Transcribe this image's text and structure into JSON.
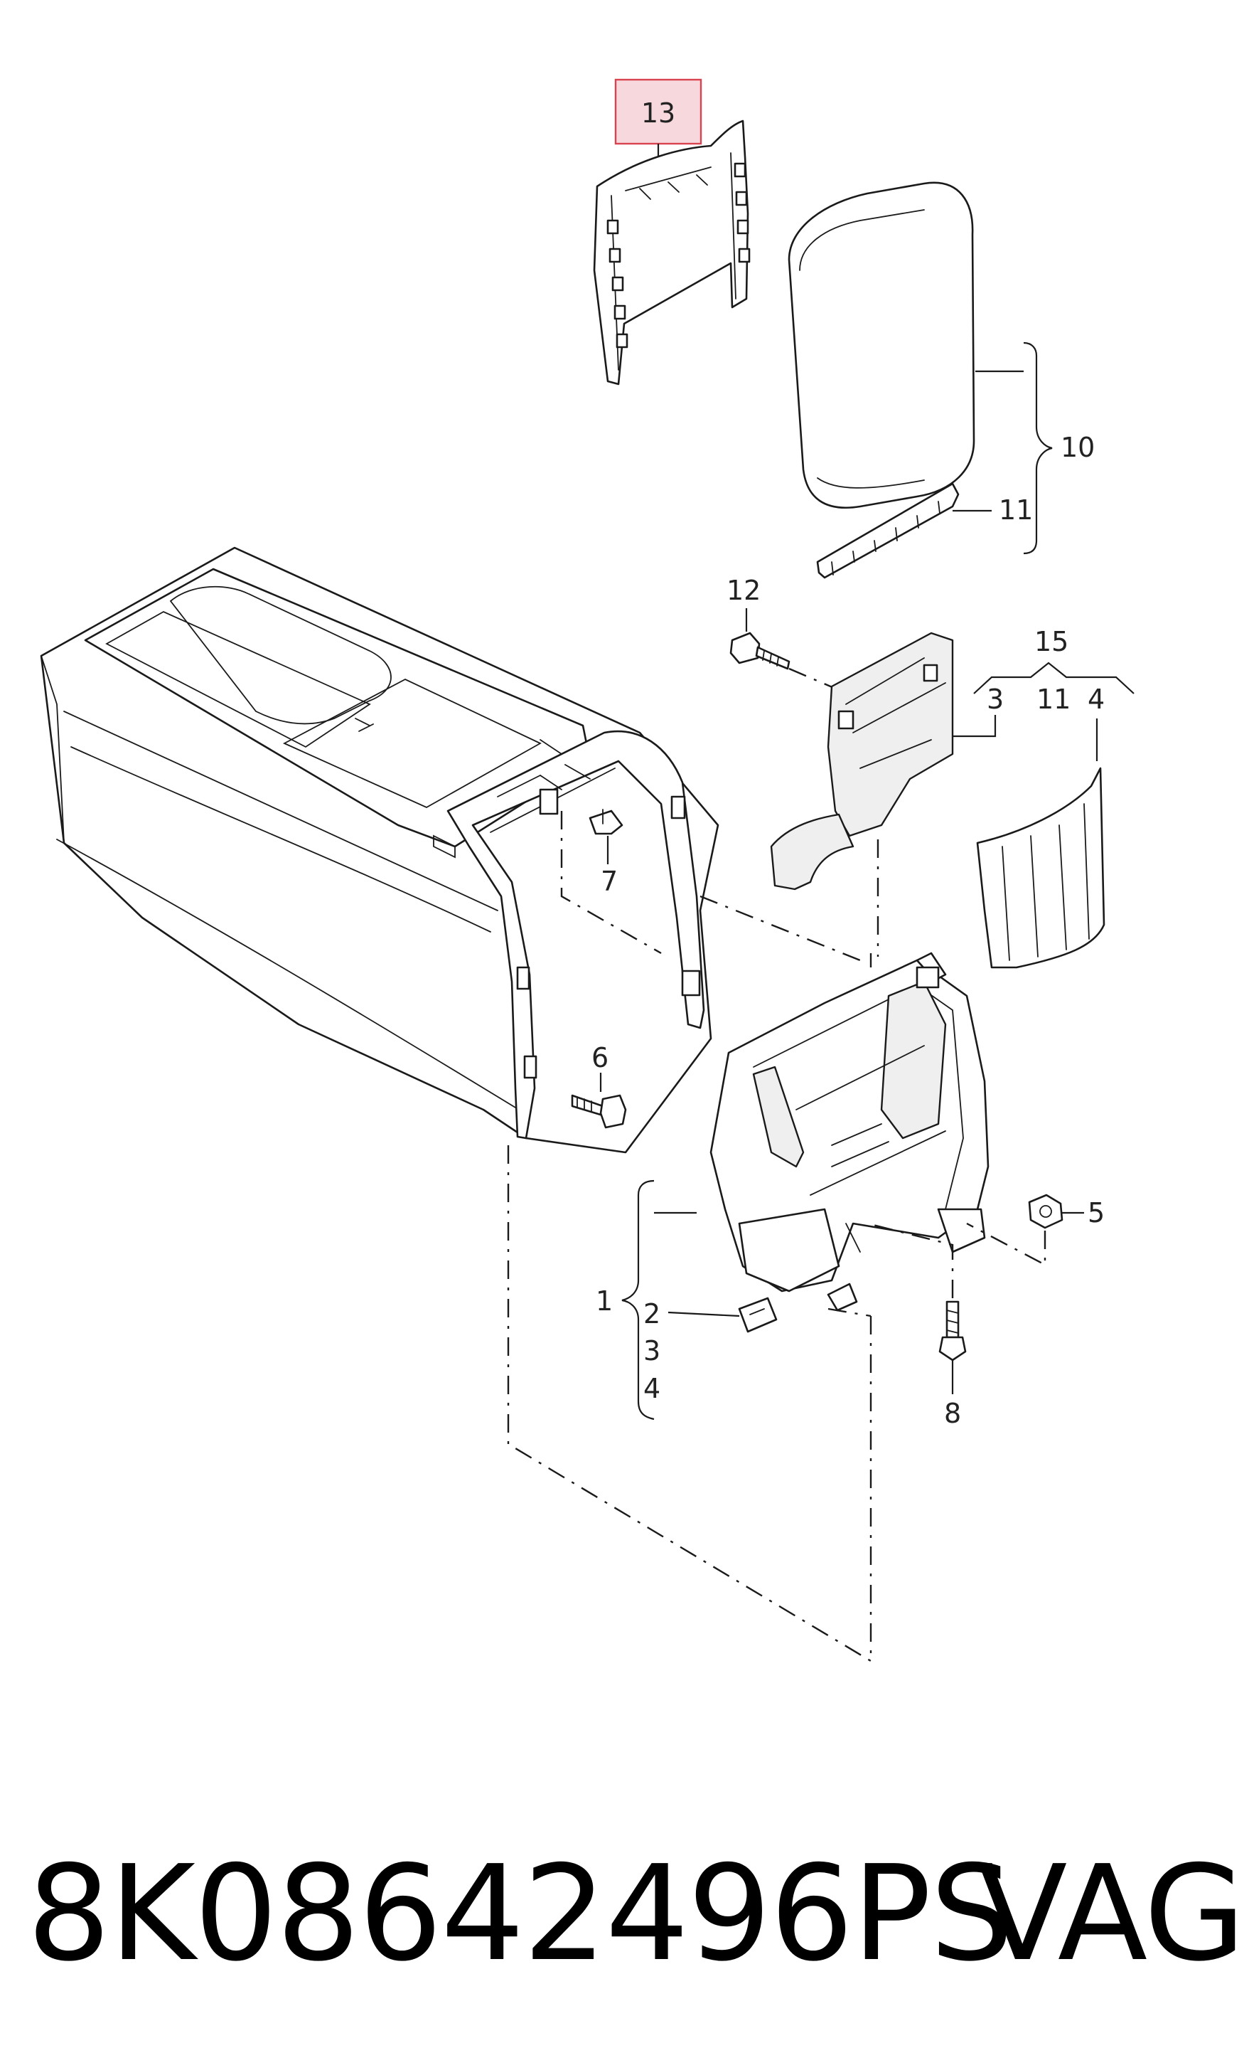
{
  "callouts": {
    "c1": "1",
    "c2": "2",
    "c3a": "3",
    "c4a": "4",
    "c5": "5",
    "c6": "6",
    "c7": "7",
    "c8": "8",
    "c10": "10",
    "c11a": "11",
    "c12": "12",
    "c13": "13",
    "c15": "15",
    "c3b": "3",
    "c11b": "11",
    "c4b": "4"
  },
  "highlight_callout": "13",
  "footer": {
    "part_number": "8K08642496PS",
    "brand": "VAG"
  },
  "colors": {
    "highlight_fill": "#f7d9dd",
    "highlight_stroke": "#d9434f",
    "ink": "#1a1a1a"
  }
}
